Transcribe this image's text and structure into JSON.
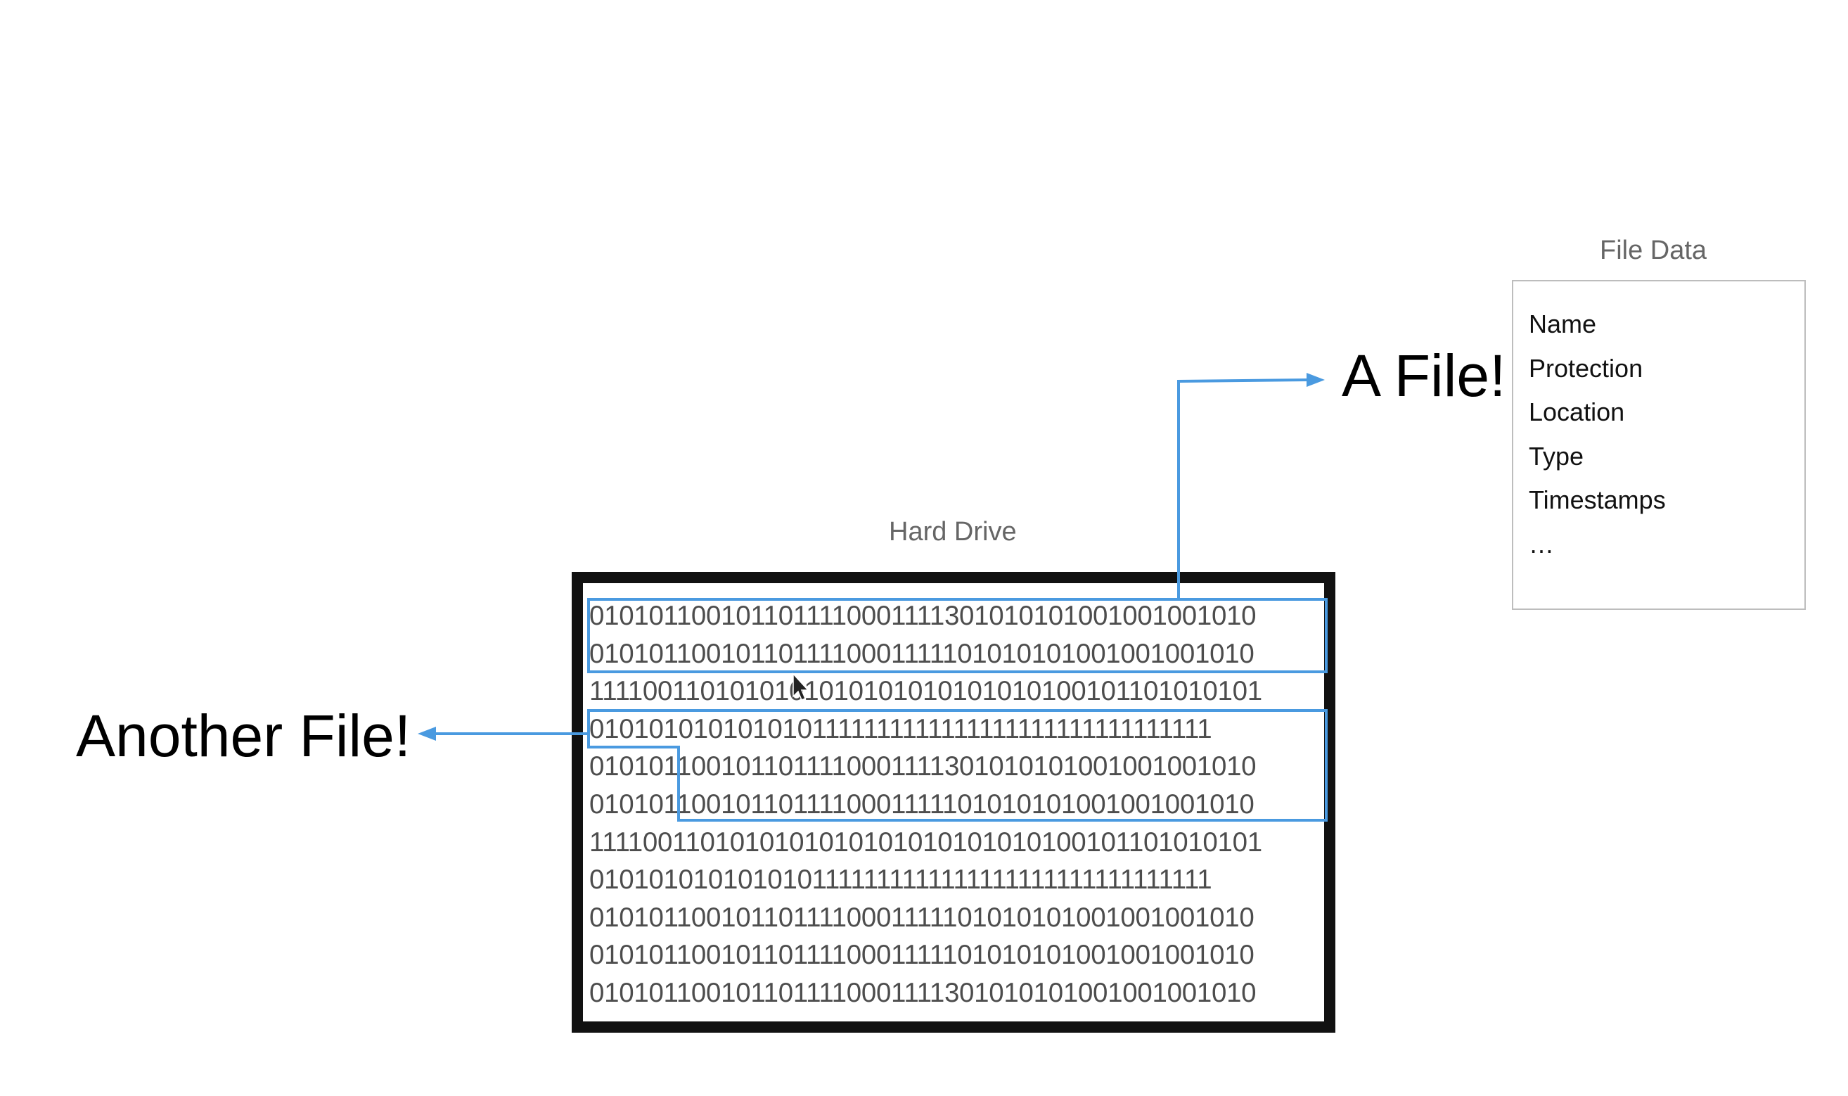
{
  "labels": {
    "file_data_title": "File Data",
    "hard_drive_title": "Hard Drive",
    "a_file": "A File!",
    "another_file": "Another File!"
  },
  "file_data_fields": [
    "Name",
    "Protection",
    "Location",
    "Type",
    "Timestamps",
    "…"
  ],
  "bit_rows": [
    "0101011001011011110001111301010101001001001010",
    "0101011001011011110001111101010101001001001010",
    "1111001101010101010101010101010100101101010101",
    "0101010101010101111111111111111111111111111111",
    "0101011001011011110001111301010101001001001010",
    "0101011001011011110001111101010101001001001010",
    "1111001101010101010101010101010100101101010101",
    "0101010101010101111111111111111111111111111111",
    "0101011001011011110001111101010101001001001010",
    "0101011001011011110001111101010101001001001010",
    "0101011001011011110001111301010101001001001010"
  ],
  "colors": {
    "highlight": "#4a9ae0",
    "drive_border": "#111111",
    "bit_text": "#4d4d4d",
    "panel_border": "#bdbdbd"
  },
  "icons": {
    "cursor": "mouse-pointer-icon"
  }
}
